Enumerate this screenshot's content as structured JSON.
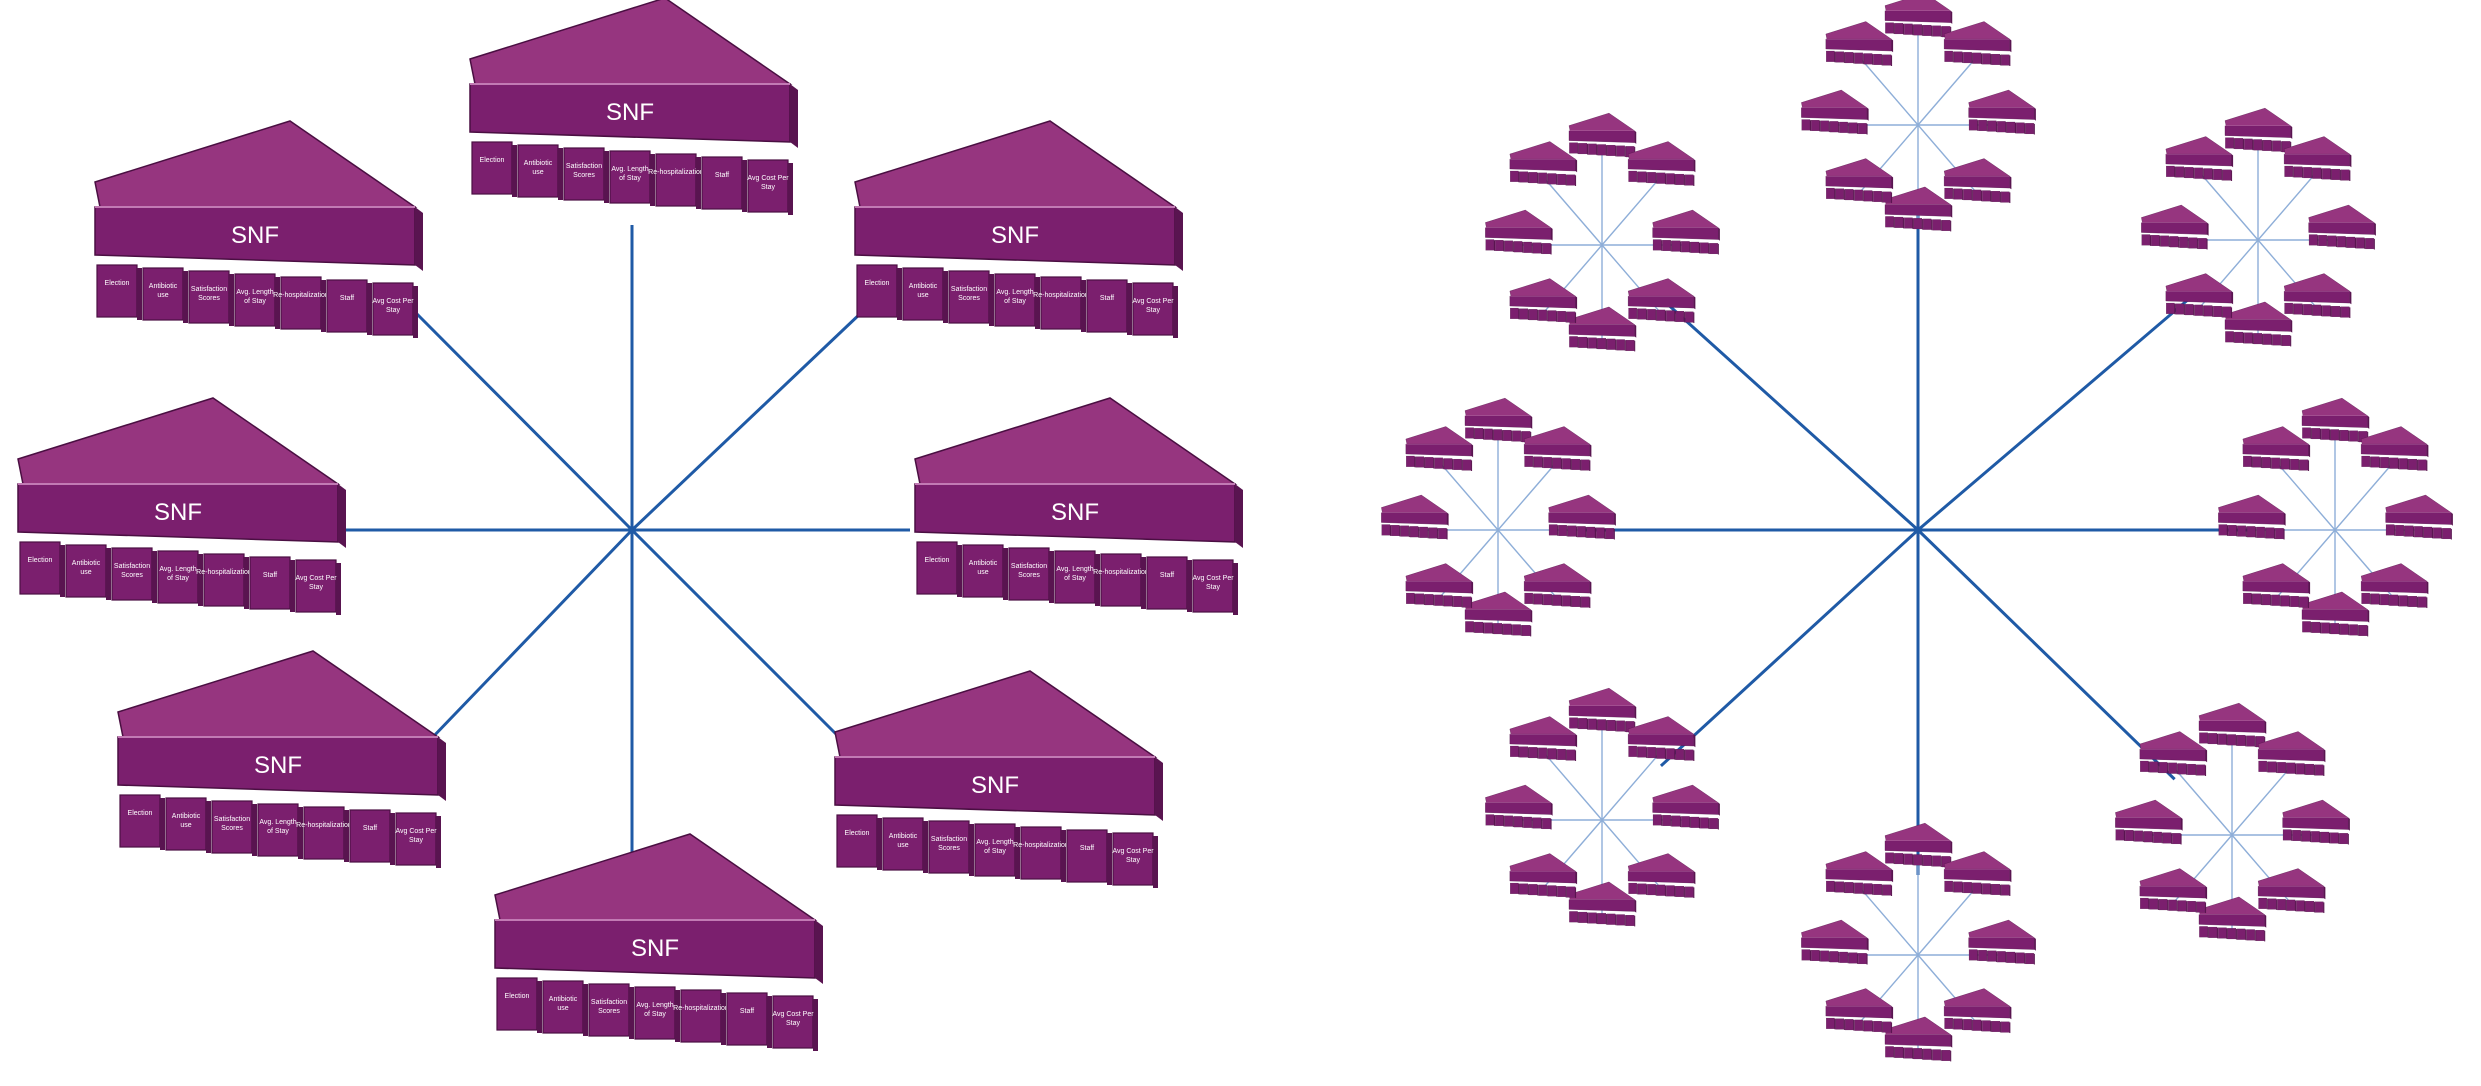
{
  "colors": {
    "spoke": "#1f5aa6",
    "spoke_light": "#8eaed8",
    "block_front": "#7b1f6e",
    "block_top": "#96357f",
    "block_side": "#591450",
    "block_edge": "#4a0f42",
    "text_light": "#ffffff",
    "background": "#ffffff"
  },
  "left_diagram": {
    "node_label": "SNF",
    "metric_labels": [
      "Election",
      "Antibiotic use",
      "Satisfaction Scores",
      "Avg. Length of Stay",
      "Re-hospitalization",
      "Staff",
      "Avg Cost Per Stay"
    ]
  },
  "right_diagram": {
    "cluster_count": 8,
    "nodes_per_cluster": 8
  }
}
